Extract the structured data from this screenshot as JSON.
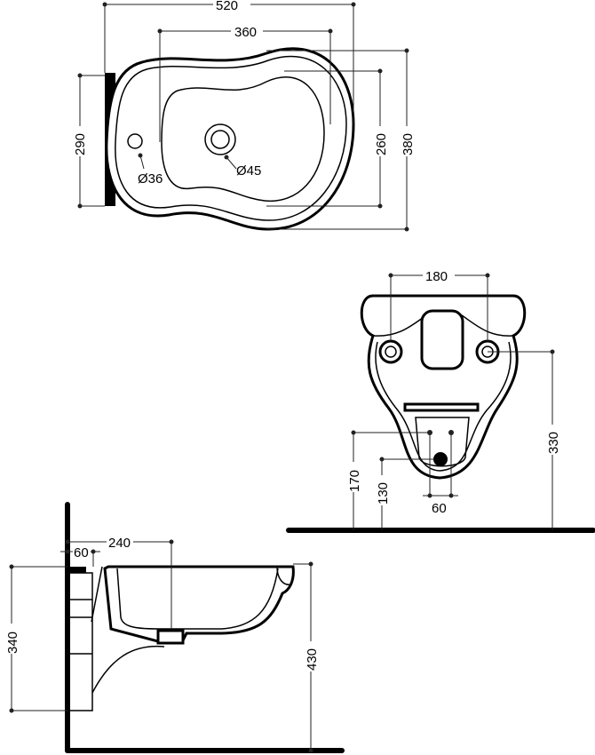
{
  "drawing": {
    "top_view": {
      "overall_width": "520",
      "bowl_width": "360",
      "left_depth": "290",
      "bowl_depth": "260",
      "overall_depth": "380",
      "hole_small": "Ø36",
      "hole_large": "Ø45"
    },
    "rear_view": {
      "fixing_spacing": "180",
      "fixing_height": "330",
      "supply_height": "170",
      "waste_height": "130",
      "supply_spacing": "60"
    },
    "side_view": {
      "waste_offset": "240",
      "wall_gap": "60",
      "bracket_height": "340",
      "rim_height": "430"
    }
  }
}
